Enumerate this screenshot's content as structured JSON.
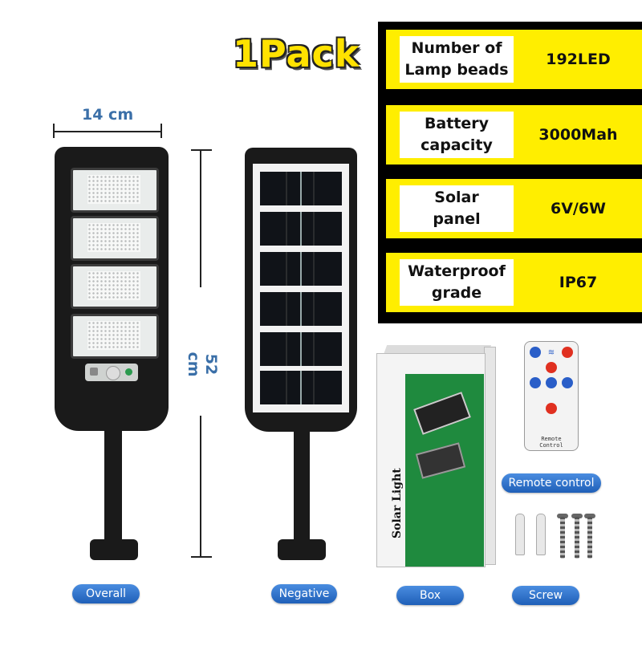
{
  "title": "1Pack",
  "specs": [
    {
      "label": "Number of\nLamp beads",
      "value": "192LED"
    },
    {
      "label": "Battery\ncapacity",
      "value": "3000Mah"
    },
    {
      "label": "Solar\npanel",
      "value": "6V/6W"
    },
    {
      "label": "Waterproof\ngrade",
      "value": "IP67"
    }
  ],
  "dimensions": {
    "width": "14 cm",
    "height": "52 cm"
  },
  "labels": {
    "overall": "Overall",
    "negative": "Negative",
    "box": "Box",
    "screw": "Screw",
    "remote": "Remote control"
  },
  "box_text": "Solar Light",
  "remote_text": "Remote Control",
  "colors": {
    "yellow": "#ffee00",
    "pill_blue": "#2a6cc8",
    "dimension_blue": "#3a6fa8",
    "box_green": "#1f8a3e"
  }
}
